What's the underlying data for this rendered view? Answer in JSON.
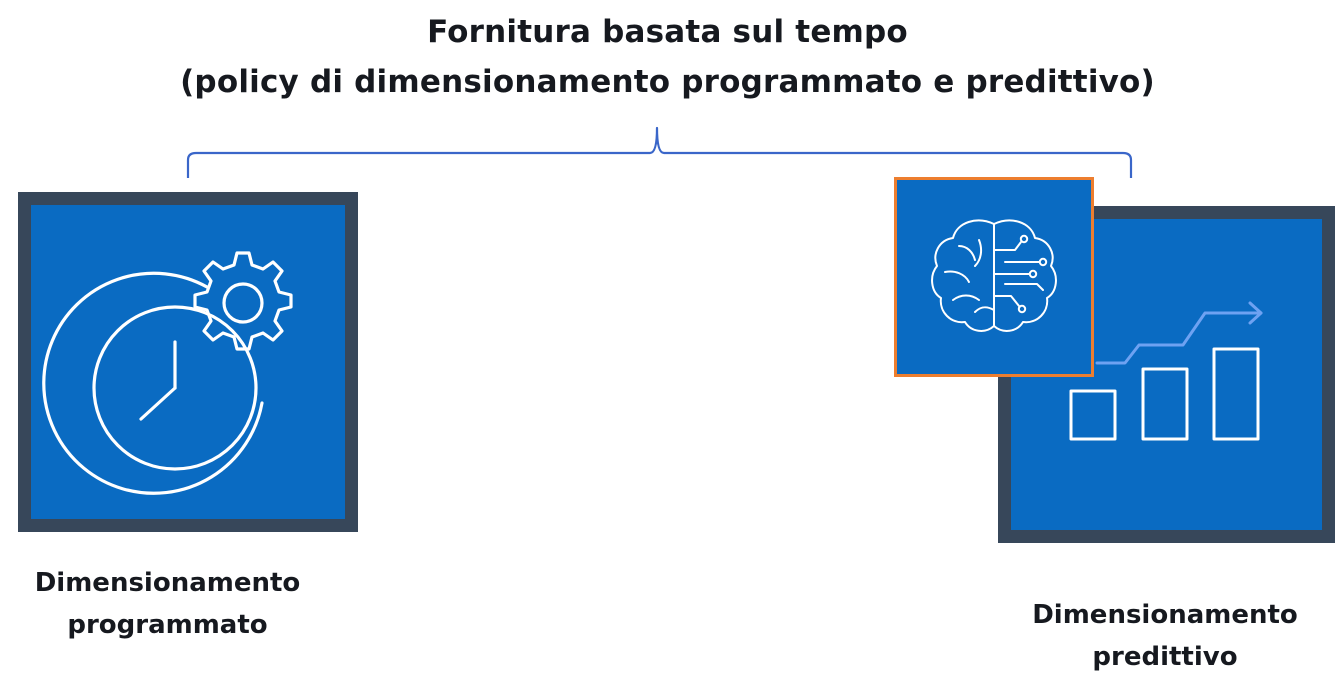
{
  "header": {
    "title_line1": "Fornitura basata sul tempo",
    "title_line2": "(policy di dimensionamento programmato e predittivo)"
  },
  "scheduled": {
    "label_line1": "Dimensionamento",
    "label_line2": "programmato",
    "icon": "clock-gear-icon"
  },
  "predictive": {
    "label_line1": "Dimensionamento",
    "label_line2": "predittivo",
    "icon": "bar-chart-trend-icon",
    "ml_icon": "machine-learning-brain-icon"
  },
  "colors": {
    "tile_blue": "#0a6bc2",
    "tile_border": "#37475a",
    "ml_border": "#ed7e2f",
    "brace": "#3a66c9"
  }
}
